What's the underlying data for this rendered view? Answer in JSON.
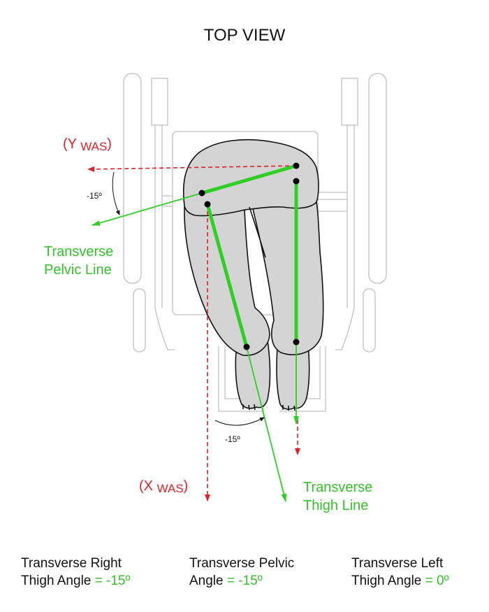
{
  "title": "TOP VIEW",
  "labels": {
    "y_was_open": "(Y ",
    "y_was_sub": "WAS",
    "y_was_close": ")",
    "x_was_open": "(X ",
    "x_was_sub": "WAS",
    "x_was_close": ")",
    "pelvic_line_1": "Transverse",
    "pelvic_line_2": "Pelvic Line",
    "thigh_line_1": "Transverse",
    "thigh_line_2": "Thigh Line",
    "angle_pelvic": "-15º",
    "angle_thigh": "-15º"
  },
  "captions": [
    {
      "line1": "Transverse Right",
      "line2": "Thigh Angle",
      "eq": " = ",
      "value": "-15º"
    },
    {
      "line1": "Transverse Pelvic",
      "line2": "Angle",
      "eq": " = ",
      "value": "-15º"
    },
    {
      "line1": "Transverse Left",
      "line2": "Thigh Angle",
      "eq": " = ",
      "value": "0º"
    }
  ],
  "colors": {
    "axis_red": "#e0202a",
    "line_green": "#2fcf25",
    "limb_fill": "#d4d4d4",
    "frame_gray": "#bfbfbf"
  }
}
